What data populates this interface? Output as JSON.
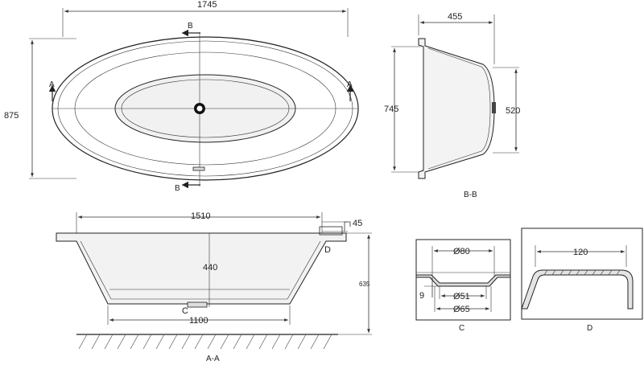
{
  "top_view": {
    "length": "1745",
    "width": "875",
    "section_b": "B",
    "section_a": "A"
  },
  "section_bb": {
    "depth": "455",
    "height_outer": "745",
    "height_inner": "520",
    "label": "B-B"
  },
  "section_aa": {
    "inner_length": "1510",
    "rim": "45",
    "depth": "440",
    "total_height": "635",
    "bottom_length": "1100",
    "detail_c": "C",
    "detail_d": "D",
    "label": "A-A"
  },
  "detail_c": {
    "outer_diameter": "Ø80",
    "hole_diameter": "Ø51",
    "flange_diameter": "Ø65",
    "thickness": "9",
    "label": "C"
  },
  "detail_d": {
    "width": "120",
    "label": "D"
  },
  "colors": {
    "line": "#222222",
    "surface": "#ececec",
    "background": "#ffffff"
  }
}
